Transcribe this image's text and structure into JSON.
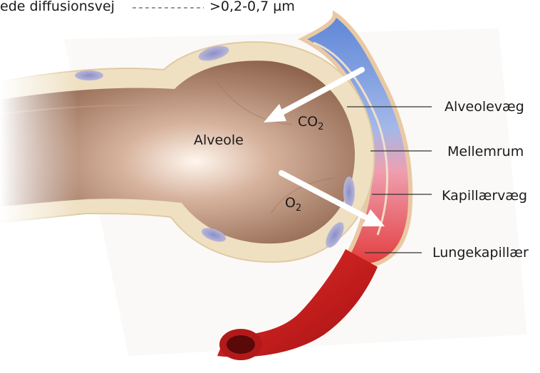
{
  "header": {
    "path_label": "ede diffusionsvej",
    "path_value": ">0,2-0,7 µm"
  },
  "labels": {
    "alveole": "Alveole",
    "co2_base": "CO",
    "co2_sub": "2",
    "o2_base": "O",
    "o2_sub": "2",
    "alveolevaeg": "Alveolevæg",
    "mellemrum": "Mellemrum",
    "kapillarvaeg": "Kapillærvæg",
    "lungekapillar": "Lungekapillær"
  },
  "colors": {
    "tissue_wall": "#efe0c2",
    "alveole_inside": "#b08872",
    "capillary_blue": "#7a9ee0",
    "capillary_red": "#e84848",
    "vessel_red": "#cc2222",
    "arrow": "#ffffff"
  }
}
